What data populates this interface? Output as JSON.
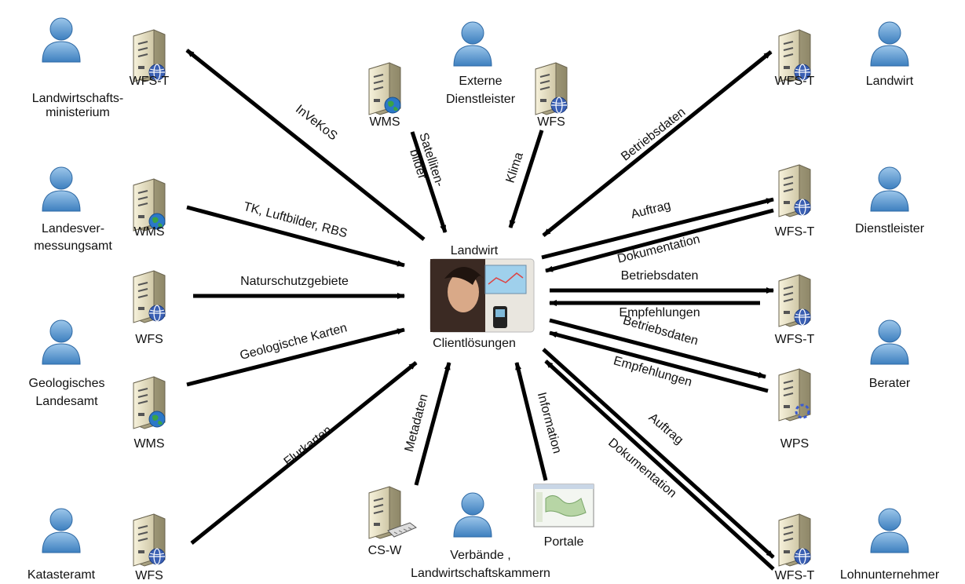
{
  "center": {
    "label_top": "Landwirt",
    "label_bottom": "Clientlösungen"
  },
  "actors": [
    {
      "id": "a1",
      "lines": [
        "Landwirtschafts-",
        "ministerium"
      ]
    },
    {
      "id": "a2",
      "lines": [
        "Landesver-",
        "messungsamt"
      ]
    },
    {
      "id": "a3",
      "lines": [
        "Geologisches",
        "Landesamt"
      ]
    },
    {
      "id": "a4",
      "lines": [
        "Katasteramt"
      ]
    },
    {
      "id": "a5",
      "lines": [
        "Externe",
        "Dienstleister"
      ]
    },
    {
      "id": "a6",
      "lines": [
        "Verbände ,",
        "Landwirtschaftskammern"
      ]
    },
    {
      "id": "a7",
      "lines": [
        "Landwirt"
      ]
    },
    {
      "id": "a8",
      "lines": [
        "Dienstleister"
      ]
    },
    {
      "id": "a9",
      "lines": [
        "Berater"
      ]
    },
    {
      "id": "a10",
      "lines": [
        "Lohnunternehmer"
      ]
    }
  ],
  "services": [
    {
      "id": "s1",
      "label": "WFS-T",
      "badge": "globe"
    },
    {
      "id": "s2",
      "label": "WMS",
      "badge": "earth"
    },
    {
      "id": "s3",
      "label": "WFS",
      "badge": "globe"
    },
    {
      "id": "s4",
      "label": "WMS",
      "badge": "earth"
    },
    {
      "id": "s5",
      "label": "WFS",
      "badge": "globe"
    },
    {
      "id": "s6",
      "label": "WMS",
      "badge": "earth"
    },
    {
      "id": "s7",
      "label": "WFS",
      "badge": "globe"
    },
    {
      "id": "s8",
      "label": "CS-W",
      "badge": "printer"
    },
    {
      "id": "s9",
      "label": "WFS-T",
      "badge": "globe"
    },
    {
      "id": "s10",
      "label": "WFS-T",
      "badge": "globe"
    },
    {
      "id": "s11",
      "label": "WFS-T",
      "badge": "globe"
    },
    {
      "id": "s12",
      "label": "WPS",
      "badge": "gear"
    },
    {
      "id": "s13",
      "label": "WFS-T",
      "badge": "globe"
    }
  ],
  "portal": {
    "label": "Portale"
  },
  "flows": [
    {
      "id": "f1",
      "label": "InVeKoS"
    },
    {
      "id": "f2",
      "label": "TK, Luftbilder, RBS"
    },
    {
      "id": "f3",
      "label": "Naturschutzgebiete"
    },
    {
      "id": "f4",
      "label": "Geologische Karten"
    },
    {
      "id": "f5",
      "label": "Flurkarten"
    },
    {
      "id": "f6",
      "lines": [
        "Satelliten-",
        "bilder"
      ]
    },
    {
      "id": "f7",
      "label": "Klima"
    },
    {
      "id": "f8",
      "label": "Metadaten"
    },
    {
      "id": "f9",
      "label": "Information"
    },
    {
      "id": "f10",
      "label": "Betriebsdaten"
    },
    {
      "id": "f11",
      "label": "Auftrag"
    },
    {
      "id": "f12",
      "label": "Dokumentation"
    },
    {
      "id": "f13",
      "label": "Betriebsdaten"
    },
    {
      "id": "f14",
      "label": "Empfehlungen"
    },
    {
      "id": "f15",
      "label": "Betriebsdaten"
    },
    {
      "id": "f16",
      "label": "Empfehlungen"
    },
    {
      "id": "f17",
      "label": "Auftrag"
    },
    {
      "id": "f18",
      "label": "Dokumentation"
    }
  ]
}
